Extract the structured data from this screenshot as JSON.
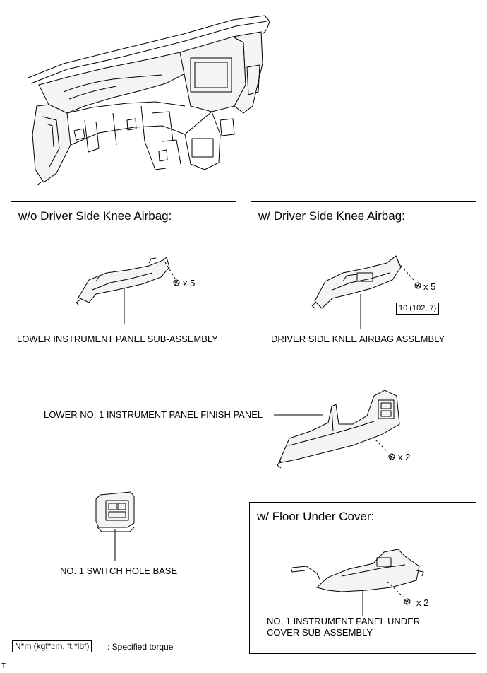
{
  "dashboard": {
    "icon": "dashboard-assembly-illustration"
  },
  "box_without_airbag": {
    "title": "w/o Driver Side Knee Airbag:",
    "bolt_qty": "x 5",
    "part_label": "LOWER INSTRUMENT PANEL SUB-ASSEMBLY"
  },
  "box_with_airbag": {
    "title": "w/ Driver Side Knee Airbag:",
    "bolt_qty": "x 5",
    "torque": "10 (102, 7)",
    "part_label": "DRIVER SIDE KNEE AIRBAG ASSEMBLY"
  },
  "finish_panel": {
    "part_label": "LOWER NO. 1 INSTRUMENT PANEL FINISH PANEL",
    "bolt_qty": "x 2"
  },
  "switch_hole_base": {
    "part_label": "NO. 1 SWITCH HOLE BASE"
  },
  "box_floor_under_cover": {
    "title": "w/ Floor Under Cover:",
    "bolt_qty": "x 2",
    "part_label_line1": "NO. 1 INSTRUMENT PANEL UNDER",
    "part_label_line2": "COVER SUB-ASSEMBLY"
  },
  "legend": {
    "symbol": "N*m (kgf*cm, ft.*lbf)",
    "text": ": Specified torque"
  },
  "corner_mark": "T"
}
